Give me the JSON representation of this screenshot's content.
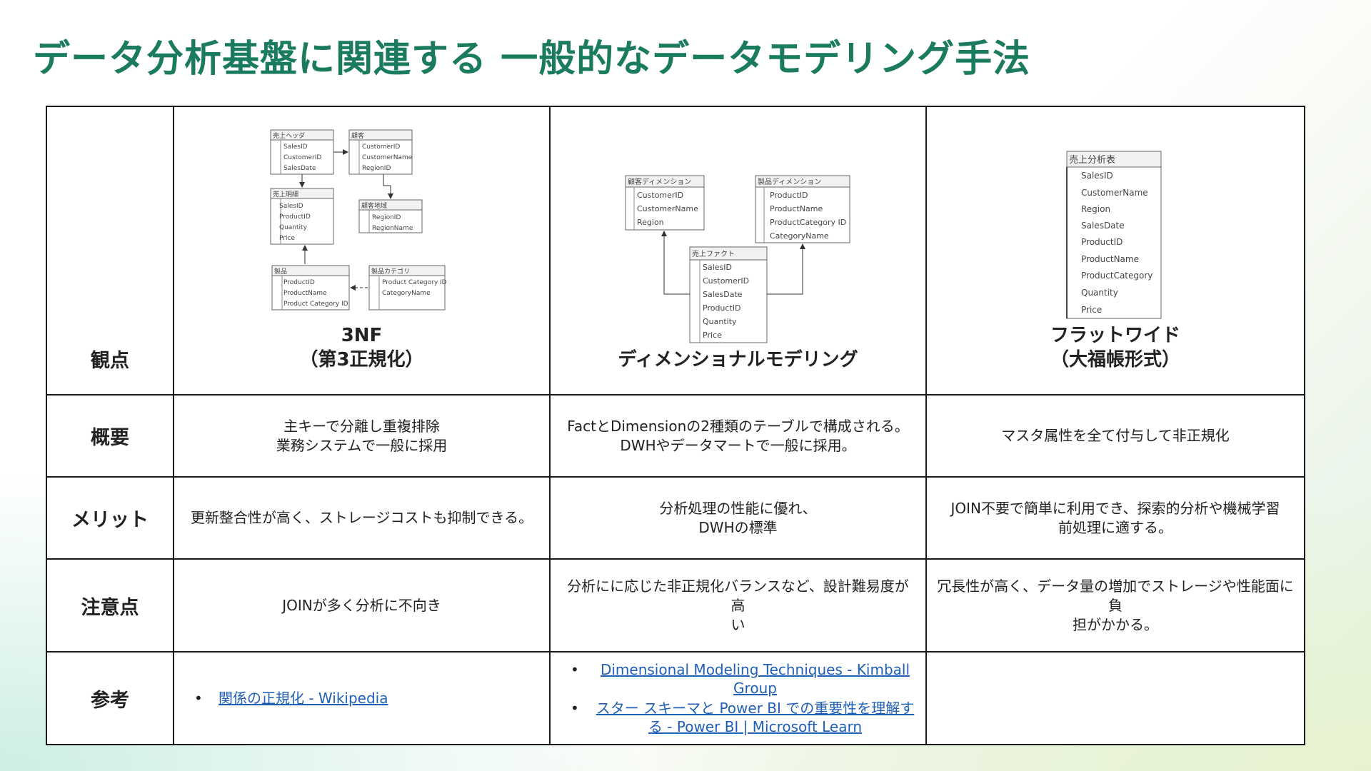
{
  "title": "データ分析基盤に関連する 一般的なデータモデリング手法",
  "table": {
    "header": {
      "label": "観点",
      "col1_line1": "3NF",
      "col1_line2": "（第3正規化）",
      "col2_line1": "ディメンショナルモデリング",
      "col3_line1": "フラットワイド",
      "col3_line2": "（大福帳形式）"
    },
    "rows": [
      {
        "label": "概要",
        "c1_line1": "主キーで分離し重複排除",
        "c1_line2": "業務システムで一般に採用",
        "c2_line1": "FactとDimensionの2種類のテーブルで構成される。",
        "c2_line2": "DWHやデータマートで一般に採用。",
        "c3_line1": "マスタ属性を全て付与して非正規化"
      },
      {
        "label": "メリット",
        "c1_line1": "更新整合性が高く、ストレージコストも抑制できる。",
        "c2_line1": "分析処理の性能に優れ、",
        "c2_line2": "DWHの標準",
        "c3_line1": "JOIN不要で簡単に利用でき、探索的分析や機械学習",
        "c3_line2": "前処理に適する。"
      },
      {
        "label": "注意点",
        "c1_line1": "JOINが多く分析に不向き",
        "c2_line1": "分析にに応じた非正規化バランスなど、設計難易度が高",
        "c2_line2": "い",
        "c3_line1": "冗長性が高く、データ量の増加でストレージや性能面に負",
        "c3_line2": "担がかかる。"
      },
      {
        "label": "参考",
        "c1_ref1": "関係の正規化 - Wikipedia",
        "c2_ref1": "Dimensional Modeling Techniques - Kimball Group",
        "c2_ref2": "スター スキーマと Power BI での重要性を理解する - Power BI | Microsoft Learn"
      }
    ]
  },
  "diagram_3nf": {
    "sales_header": {
      "name": "売上ヘッダ",
      "fields": [
        "SalesID",
        "CustomerID",
        "SalesDate"
      ]
    },
    "customer": {
      "name": "顧客",
      "fields": [
        "CustomerID",
        "CustomerName",
        "RegionID"
      ]
    },
    "sales_detail": {
      "name": "売上明細",
      "fields": [
        "SalesID",
        "ProductID",
        "Quantity",
        "Price"
      ]
    },
    "customer_region": {
      "name": "顧客地域",
      "fields": [
        "RegionID",
        "RegionName"
      ]
    },
    "product": {
      "name": "製品",
      "fields": [
        "ProductID",
        "ProductName",
        "Product Category ID"
      ]
    },
    "product_category": {
      "name": "製品カテゴリ",
      "fields": [
        "Product Category ID",
        "CategoryName"
      ]
    }
  },
  "diagram_dim": {
    "customer_dim": {
      "name": "顧客ディメンション",
      "fields": [
        "CustomerID",
        "CustomerName",
        "Region"
      ]
    },
    "product_dim": {
      "name": "製品ディメンション",
      "fields": [
        "ProductID",
        "ProductName",
        "ProductCategory ID",
        "CategoryName"
      ]
    },
    "sales_fact": {
      "name": "売上ファクト",
      "fields": [
        "SalesID",
        "CustomerID",
        "SalesDate",
        "ProductID",
        "Quantity",
        "Price"
      ]
    }
  },
  "diagram_flat": {
    "name": "売上分析表",
    "fields": [
      "SalesID",
      "CustomerName",
      "Region",
      "SalesDate",
      "ProductID",
      "ProductName",
      "ProductCategory",
      "Quantity",
      "Price"
    ]
  }
}
